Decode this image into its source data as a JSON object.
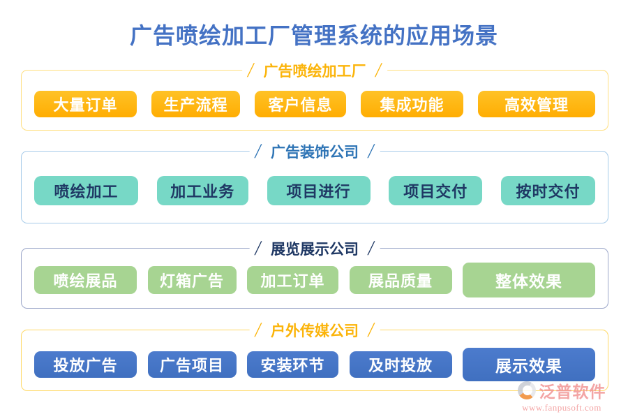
{
  "title": "广告喷绘加工厂管理系统的应用场景",
  "decor": {
    "slash": "/"
  },
  "colors": {
    "title_blue": "#4472C4",
    "gold_header": "#FBB40A",
    "gold_border": "#FFDF80",
    "orange_chip": "#FFB408",
    "teal_chip": "#77D8C6",
    "teal_chip_text": "#1F3864",
    "blue_header": "#2E74B5",
    "blue_border": "#A6CBE9",
    "navy_header": "#1F3864",
    "slate_border": "#9CA7C9",
    "green_chip": "#A7D492",
    "blue_chip": "#4472C4",
    "watermark_salmon": "#F29696"
  },
  "sections": [
    {
      "name": "广告喷绘加工厂",
      "items": [
        "大量订单",
        "生产流程",
        "客户信息",
        "集成功能",
        "高效管理"
      ]
    },
    {
      "name": "广告装饰公司",
      "items": [
        "喷绘加工",
        "加工业务",
        "项目进行",
        "项目交付",
        "按时交付"
      ]
    },
    {
      "name": "展览展示公司",
      "items": [
        "喷绘展品",
        "灯箱广告",
        "加工订单",
        "展品质量",
        "整体效果"
      ]
    },
    {
      "name": "户外传媒公司",
      "items": [
        "投放广告",
        "广告项目",
        "安装环节",
        "及时投放",
        "展示效果"
      ]
    }
  ],
  "watermark": {
    "brand": "泛普软件",
    "url": "www.fanpusoft.com"
  }
}
